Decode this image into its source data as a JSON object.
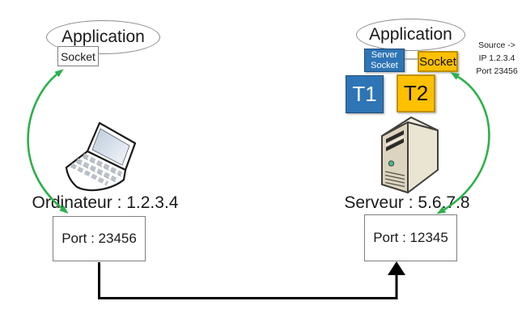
{
  "client": {
    "application_label": "Application",
    "socket_label": "Socket",
    "machine_label": "Ordinateur : 1.2.3.4",
    "port_label": "Port : 23456"
  },
  "server": {
    "application_label": "Application",
    "server_socket_line1": "Server",
    "server_socket_line2": "Socket",
    "socket_label": "Socket",
    "thread1_label": "T1",
    "thread2_label": "T2",
    "machine_label": "Serveur : 5.6.7.8",
    "port_label": "Port : 12345",
    "source_note_line1": "Source ->",
    "source_note_line2": "IP 1.2.3.4",
    "source_note_line3": "Port 23456"
  },
  "colors": {
    "arrow_green": "#2DB04B",
    "thread_blue": "#2E75B6",
    "thread_blue_border": "#1F4E79",
    "socket_orange": "#FFC000",
    "socket_orange_border": "#BF9000",
    "box_border_gray": "#7F7F7F",
    "connector_black": "#000000"
  }
}
